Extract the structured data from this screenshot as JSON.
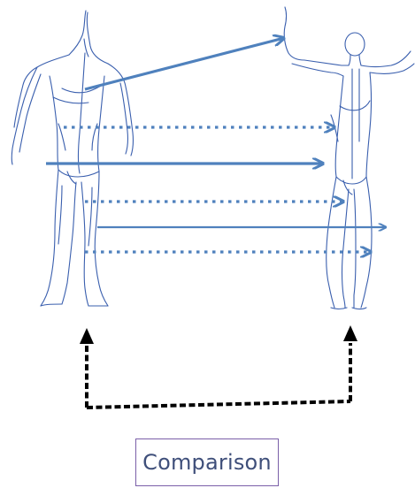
{
  "diagram": {
    "caption": "Comparison",
    "figures": [
      "human-figure-left",
      "human-figure-right"
    ],
    "colors": {
      "sketch": "#3a5fae",
      "arrow": "#4f81bd",
      "feedback": "#000000",
      "caption_border": "#7a5fa8",
      "caption_text": "#3f4f7a"
    }
  }
}
